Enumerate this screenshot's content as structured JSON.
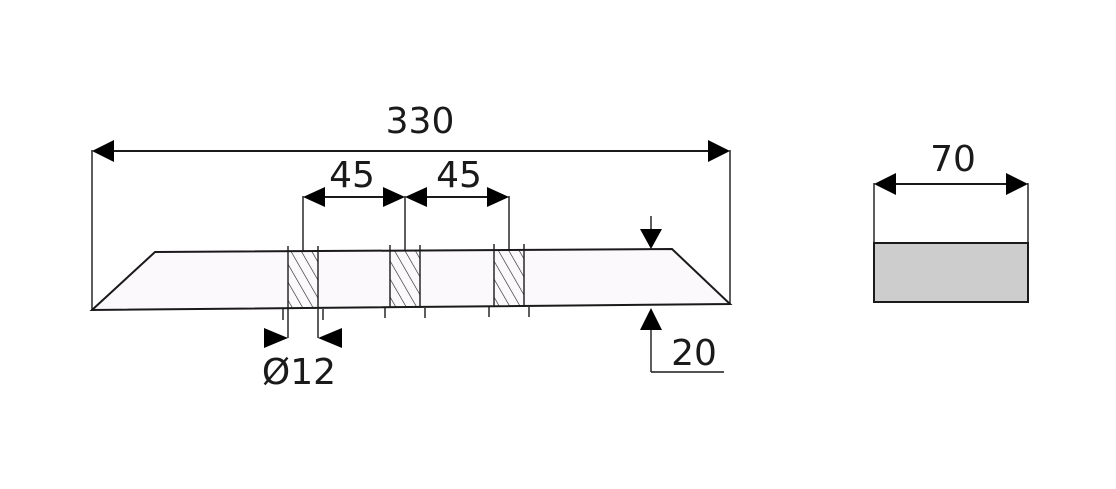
{
  "dimensions": {
    "overall_length": "330",
    "hole_spacing_1": "45",
    "hole_spacing_2": "45",
    "hole_diameter": "Ø12",
    "thickness": "20",
    "width": "70"
  },
  "colors": {
    "line": "#1a1a1a",
    "plate_fill": "#fbf9fc",
    "section_fill": "#cdcdcd",
    "arrow": "#000000"
  }
}
